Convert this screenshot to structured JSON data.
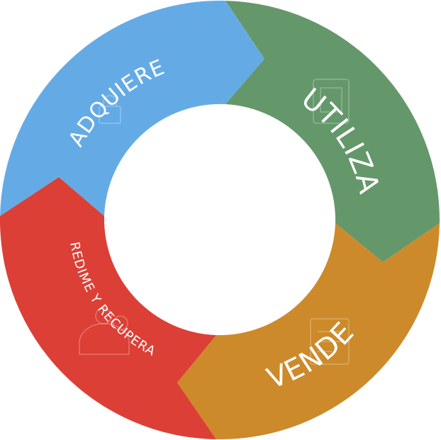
{
  "diagram": {
    "type": "cycle",
    "stages": [
      {
        "label": "ADQUIERE",
        "color": "#64ABE6",
        "icon": "shopping-icon"
      },
      {
        "label": "UTILIZA",
        "color": "#64986A",
        "icon": "device-icon"
      },
      {
        "label": "VENDE",
        "color": "#CD8A2A",
        "icon": "sell-icon"
      },
      {
        "label": "REDIME Y RECUPERA",
        "color": "#DC3F35",
        "icon": "people-icon"
      }
    ]
  }
}
